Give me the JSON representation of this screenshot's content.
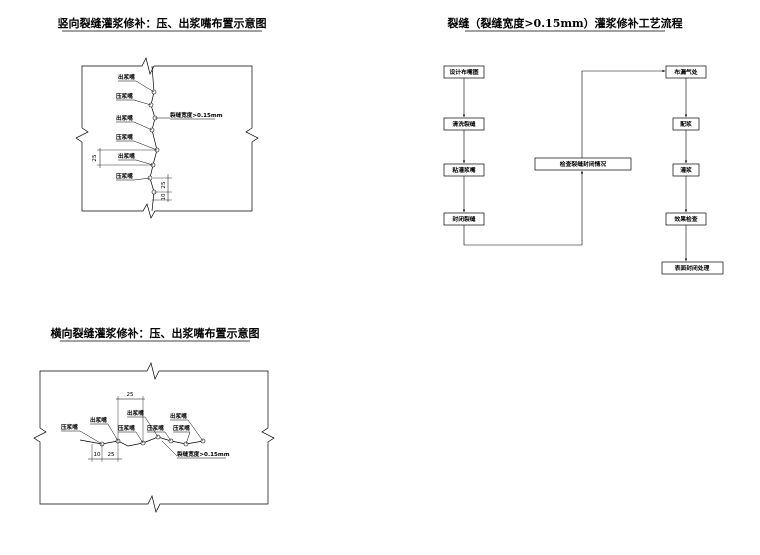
{
  "diagram_vertical": {
    "title": "竖向裂缝灌浆修补：压、出浆嘴布置示意图",
    "labels": [
      "出浆嘴",
      "压浆嘴",
      "出浆嘴",
      "压浆嘴",
      "出浆嘴",
      "压浆嘴"
    ],
    "crack_width": "裂缝宽度>0.15mm",
    "dim_25": "25",
    "dim_25b": "25",
    "dim_10": "10"
  },
  "diagram_horizontal": {
    "title": "横向裂缝灌浆修补：压、出浆嘴布置示意图",
    "labels": [
      "压浆嘴",
      "出浆嘴",
      "压浆嘴",
      "出浆嘴",
      "压浆嘴",
      "出浆嘴",
      "压浆嘴"
    ],
    "crack_width": "裂缝宽度>0.15mm",
    "dim_25_top": "25",
    "dim_10": "10",
    "dim_25_bottom": "25"
  },
  "flowchart": {
    "title": "裂缝（裂缝宽度>0.15mm）灌浆修补工艺流程",
    "left_column": [
      "设计布嘴图",
      "清洗裂缝",
      "粘灌浆嘴",
      "封闭裂缝"
    ],
    "middle": "检查裂缝封闭情况",
    "right_column": [
      "布漏气处",
      "配浆",
      "灌浆",
      "效果检查",
      "表面封闭处理"
    ]
  }
}
